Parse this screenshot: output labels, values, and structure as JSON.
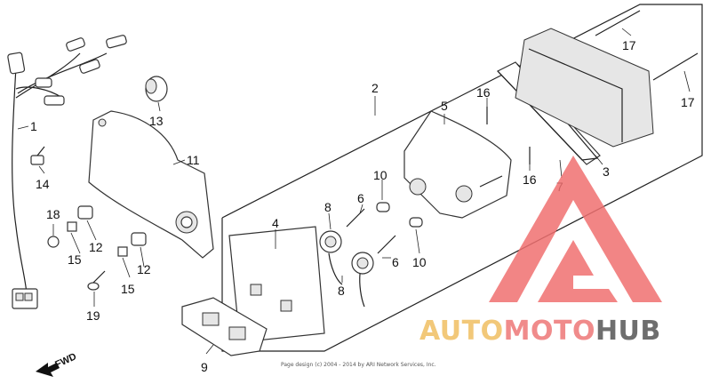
{
  "diagram": {
    "callouts": [
      "1",
      "2",
      "3",
      "4",
      "5",
      "6",
      "6",
      "7",
      "8",
      "8",
      "9",
      "10",
      "10",
      "11",
      "12",
      "12",
      "13",
      "14",
      "15",
      "15",
      "16",
      "16",
      "17",
      "17",
      "18",
      "19"
    ],
    "direction_label": "FWD",
    "copyright_lines": [
      "Page design (c) 2004 - 2014 by ARI Network Services, Inc."
    ]
  },
  "watermark": {
    "part1": "AUTO",
    "part2": "MOTO",
    "part3": "HUB",
    "colors": {
      "auto": "#f2c879",
      "moto": "#f08b8b",
      "hub": "#6e6e6e",
      "logo": "#f07070"
    }
  }
}
